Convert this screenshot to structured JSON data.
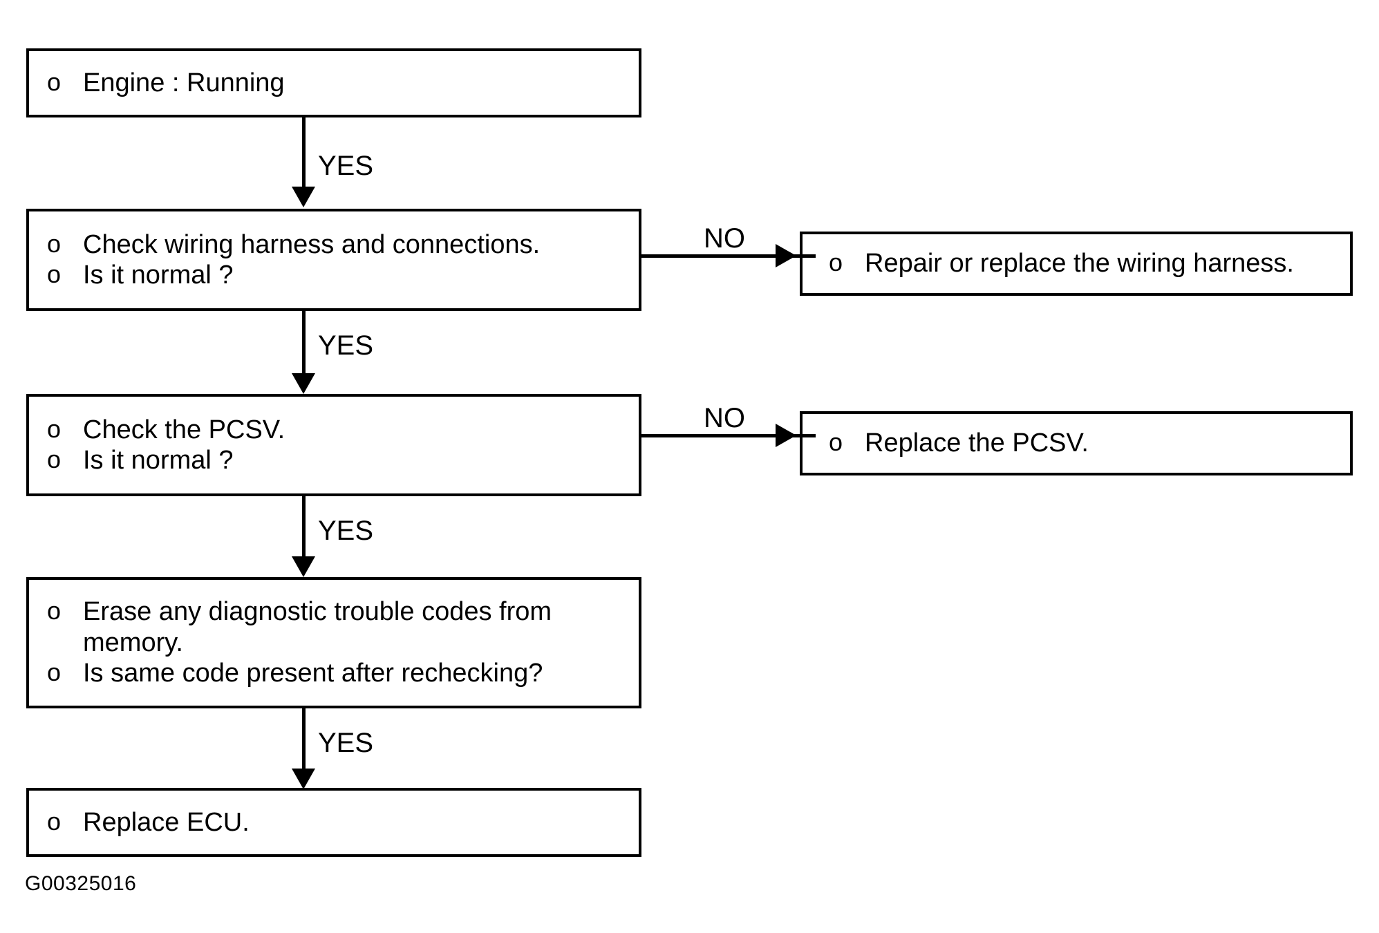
{
  "diagram": {
    "type": "flowchart",
    "caption": "G00325016",
    "bullet_marker": "o",
    "colors": {
      "background": "#ffffff",
      "stroke": "#000000",
      "text": "#000000"
    },
    "nodes": [
      {
        "id": "engine-running",
        "lines": [
          "Engine : Running"
        ]
      },
      {
        "id": "check-wiring",
        "lines": [
          "Check wiring harness and connections.",
          "Is it normal ?"
        ]
      },
      {
        "id": "check-pcsv",
        "lines": [
          "Check the PCSV.",
          "Is it normal ?"
        ]
      },
      {
        "id": "erase-codes",
        "lines": [
          "Erase any diagnostic trouble codes from memory.",
          "Is same code present after rechecking?"
        ]
      },
      {
        "id": "replace-ecu",
        "lines": [
          "Replace ECU."
        ]
      },
      {
        "id": "repair-harness",
        "lines": [
          "Repair or replace the wiring harness."
        ]
      },
      {
        "id": "replace-pcsv",
        "lines": [
          "Replace the PCSV."
        ]
      }
    ],
    "edges": [
      {
        "id": "edge-1",
        "from": "engine-running",
        "to": "check-wiring",
        "label": "YES",
        "direction": "down"
      },
      {
        "id": "edge-2",
        "from": "check-wiring",
        "to": "check-pcsv",
        "label": "YES",
        "direction": "down"
      },
      {
        "id": "edge-3",
        "from": "check-pcsv",
        "to": "erase-codes",
        "label": "YES",
        "direction": "down"
      },
      {
        "id": "edge-4",
        "from": "erase-codes",
        "to": "replace-ecu",
        "label": "YES",
        "direction": "down"
      },
      {
        "id": "edge-5",
        "from": "check-wiring",
        "to": "repair-harness",
        "label": "NO",
        "direction": "right"
      },
      {
        "id": "edge-6",
        "from": "check-pcsv",
        "to": "replace-pcsv",
        "label": "NO",
        "direction": "right"
      }
    ]
  }
}
